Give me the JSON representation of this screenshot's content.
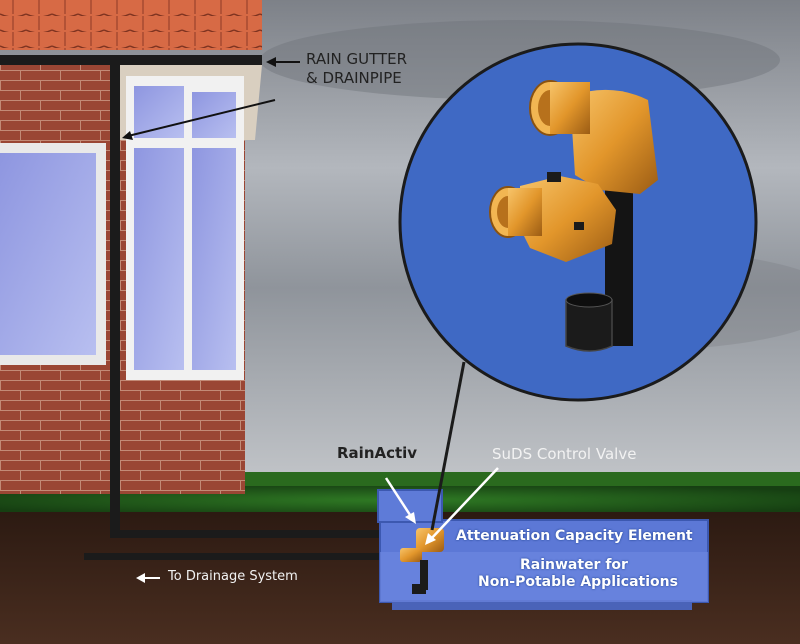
{
  "labels": {
    "gutter_line1": "RAIN GUTTER",
    "gutter_line2": "& DRAINPIPE",
    "rainactiv": "RainActiv",
    "suds_valve": "SuDS Control Valve",
    "attenuation": "Attenuation Capacity Element",
    "rainwater_line1": "Rainwater for",
    "rainwater_line2": "Non-Potable Applications",
    "drainage": "To Drainage System"
  },
  "colors": {
    "sky": "#9fa4ab",
    "brick": "#9d4a38",
    "roof_tile": "#d66843",
    "grass": "#1f5a18",
    "soil": "#3a2318",
    "tank_blue": "#5c78d6",
    "zoom_circle": "#3f69c4",
    "valve_orange": "#e59a2e",
    "pipe": "#1b1b1b"
  }
}
